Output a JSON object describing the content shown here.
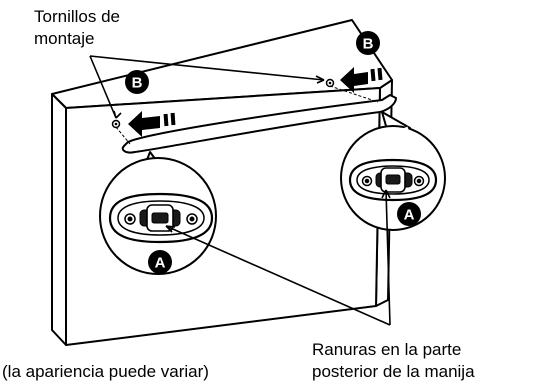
{
  "labels": {
    "mounting_screws_line1": "Tornillos de",
    "mounting_screws_line2": "montaje",
    "slots_line1": "Ranuras en la parte",
    "slots_line2": "posterior de la manija",
    "appearance_note": "(la apariencia puede variar)"
  },
  "callouts": {
    "screw_marker": "B",
    "slot_marker": "A"
  }
}
